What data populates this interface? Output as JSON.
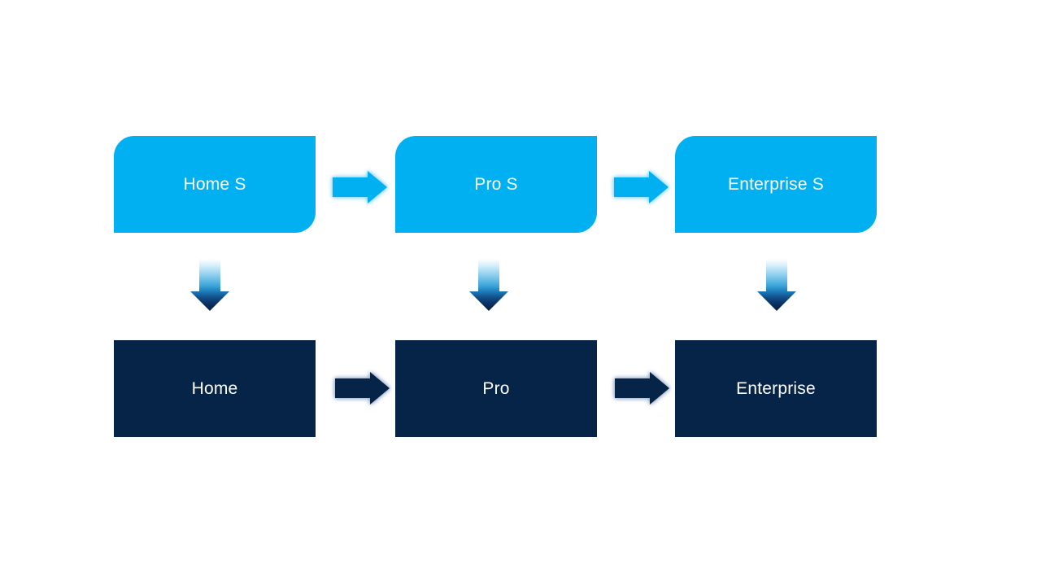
{
  "colors": {
    "cyan": "#00B0F0",
    "navy": "#062348",
    "label_text": "#FFFFFF",
    "cyan_glow": "#8FD9F8",
    "navy_glow": "#9FB2CC",
    "down_gradient_top": "#FFFFFF",
    "down_gradient_mid": "#3BA4DA",
    "down_gradient_bottom": "#081F42"
  },
  "diagram": {
    "top_row": {
      "items": [
        {
          "label": "Home S"
        },
        {
          "label": "Pro S"
        },
        {
          "label": "Enterprise S"
        }
      ]
    },
    "bottom_row": {
      "items": [
        {
          "label": "Home"
        },
        {
          "label": "Pro"
        },
        {
          "label": "Enterprise"
        }
      ]
    },
    "connectors": {
      "horizontal_icon": "right-arrow-icon",
      "vertical_icon": "down-arrow-icon"
    }
  }
}
